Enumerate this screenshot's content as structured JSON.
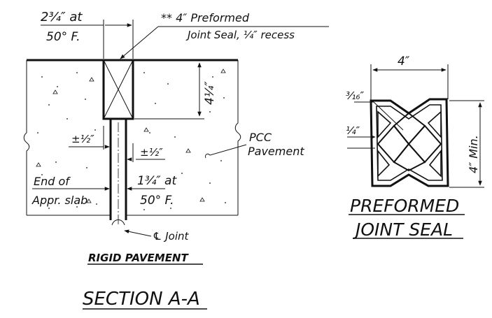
{
  "left_detail": {
    "width_at_50_line1": "2³⁄₄″ at",
    "width_at_50_line2": "50° F.",
    "seal_note_line1": "** 4″ Preformed",
    "seal_note_line2": "Joint Seal, ¹⁄₄″ recess",
    "depth_dim": "4¹⁄₄″",
    "tol_left": "±¹⁄₂″",
    "tol_right": "±¹⁄₂″",
    "pcc_line1": "PCC",
    "pcc_line2": "Pavement",
    "end_of_line1": "End of",
    "end_of_line2": "Appr. slab",
    "gap_at_50_line1": "1³⁄₄″ at",
    "gap_at_50_line2": "50° F.",
    "joint_label": "℄ Joint",
    "title": "RIGID PAVEMENT"
  },
  "right_detail": {
    "width_dim": "4″",
    "dim_316": "³⁄₁₆″",
    "dim_14": "¹⁄₄″",
    "height_dim": "4″ Min.",
    "title_line1": "PREFORMED",
    "title_line2": "JOINT SEAL"
  },
  "section_title": "SECTION A-A",
  "colors": {
    "ink": "#111111",
    "background": "#ffffff"
  }
}
